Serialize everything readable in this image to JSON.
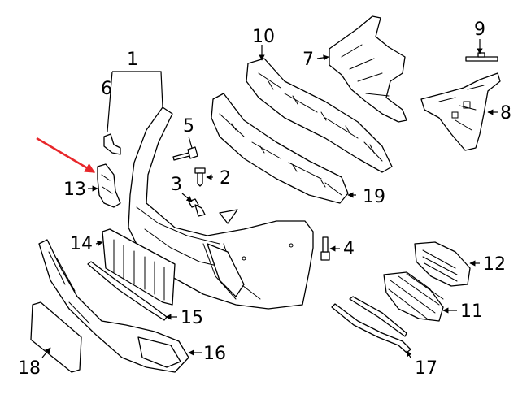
{
  "diagram": {
    "callouts": {
      "c1": "1",
      "c2": "2",
      "c3": "3",
      "c4": "4",
      "c5": "5",
      "c6": "6",
      "c7": "7",
      "c8": "8",
      "c9": "9",
      "c10": "10",
      "c11": "11",
      "c12": "12",
      "c13": "13",
      "c14": "14",
      "c15": "15",
      "c16": "16",
      "c17": "17",
      "c18": "18",
      "c19": "19"
    },
    "highlight_color": "#e8262a",
    "highlighted_part": "13"
  }
}
